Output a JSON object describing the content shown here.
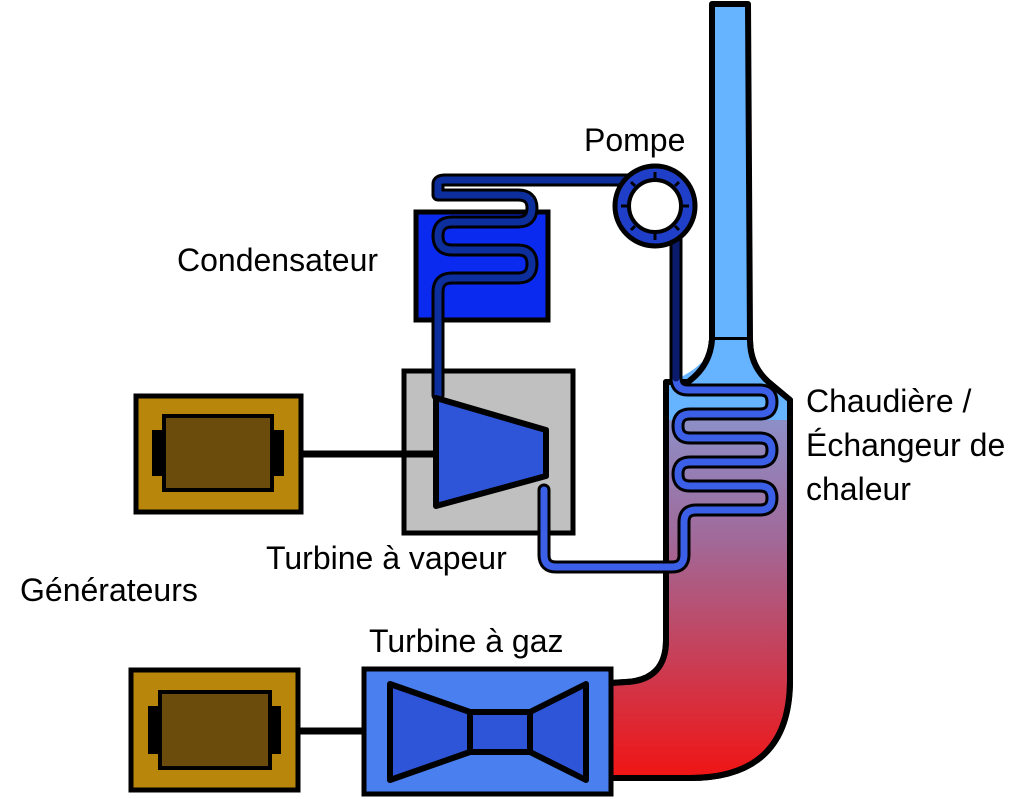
{
  "labels": {
    "pump": "Pompe",
    "condenser": "Condensateur",
    "boiler_line1": "Chaudière /",
    "boiler_line2": "Échangeur de",
    "boiler_line3": "chaleur",
    "steam_turbine": "Turbine à vapeur",
    "generators": "Générateurs",
    "gas_turbine": "Turbine à gaz"
  },
  "colors": {
    "chimney": "#66b3ff",
    "exhaust_hot": "#f01414",
    "exhaust_cool": "#7fa8e6",
    "condenser": "#0a2af0",
    "steam_turbine_box": "#c0c0c0",
    "turbine_blue": "#2e55d8",
    "gas_turbine_box": "#4a7ff0",
    "generator_frame": "#b8860b",
    "generator_body": "#6b4c0c",
    "water_cold": "#0a1b6e",
    "water_mid": "#1f3fc8",
    "steam": "#4f7cf7"
  }
}
